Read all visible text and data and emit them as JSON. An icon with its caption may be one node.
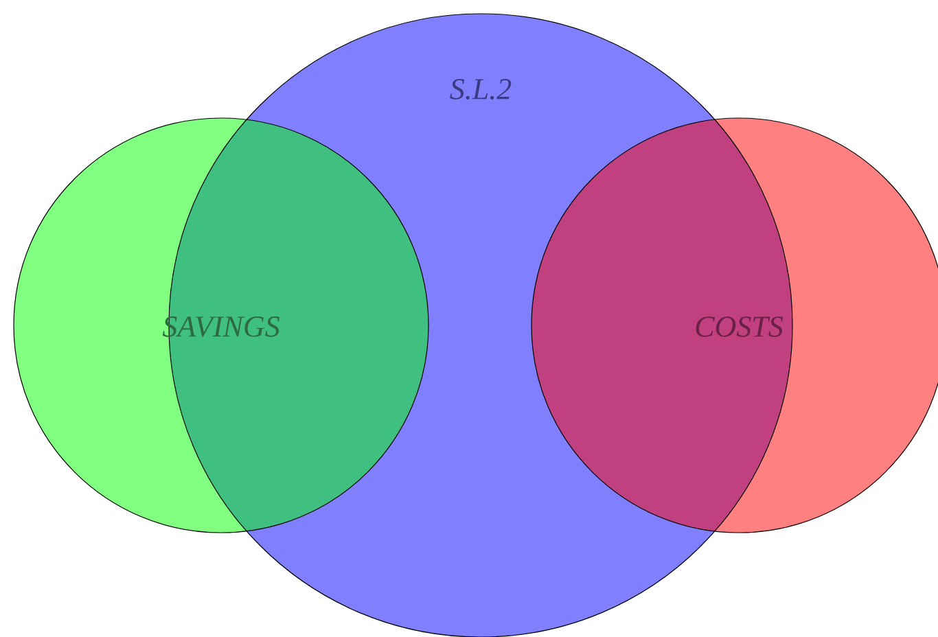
{
  "diagram": {
    "nodes": [
      {
        "text": [
          "S.L.2"
        ]
      },
      {
        "text": [
          "SAVINGS"
        ]
      },
      {
        "text": [
          "COSTS"
        ]
      }
    ]
  }
}
